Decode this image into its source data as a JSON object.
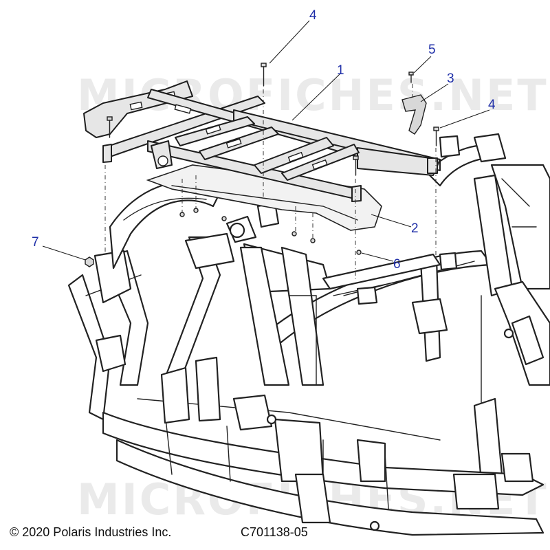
{
  "watermark": "MICROFICHES.NET",
  "callouts": {
    "c1": "1",
    "c2": "2",
    "c3": "3",
    "c4a": "4",
    "c4b": "4",
    "c5": "5",
    "c6": "6",
    "c7": "7"
  },
  "footer": {
    "copyright": "© 2020 Polaris Industries Inc.",
    "drawing_number": "C701138-05"
  },
  "colors": {
    "callout": "#1f2fa8",
    "line": "#222222",
    "watermark": "#d9d9d9"
  }
}
